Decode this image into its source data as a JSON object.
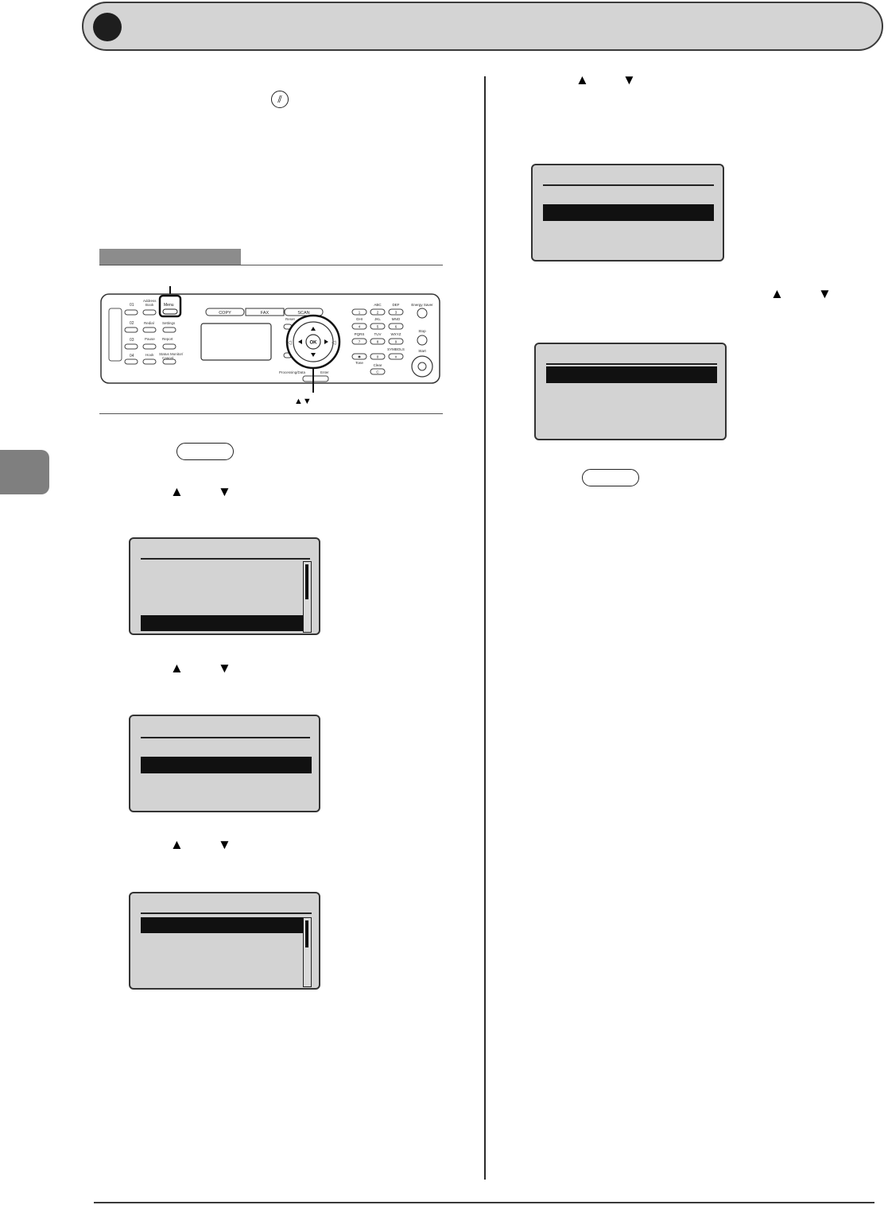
{
  "icons": {
    "reset": "reset-icon",
    "up": "up-arrow-icon",
    "down": "down-arrow-icon",
    "ok": "ok-button-icon"
  },
  "arrows": {
    "up": "▲",
    "down": "▼",
    "updown": "▲▼"
  },
  "reset_glyph": "⫽",
  "panel": {
    "tabs": [
      "COPY",
      "FAX",
      "SCAN"
    ],
    "ok_label": "OK",
    "address_book": "Address\nBook",
    "menu": "Menu",
    "one_touch": [
      "01",
      "02",
      "03",
      "04"
    ],
    "left_keys": [
      "Redial",
      "Pause",
      "Hook"
    ],
    "mid_keys": [
      "Settings",
      "Report",
      "Status Monitor/\nCancel"
    ],
    "keypad": [
      "1",
      "2",
      "3",
      "4",
      "5",
      "6",
      "7",
      "8",
      "9",
      "✱",
      "0",
      "#"
    ],
    "keypad_letters": [
      "ABC",
      "DEF",
      "GHI",
      "JKL",
      "MNO",
      "PQRS",
      "TUV",
      "WXYZ",
      "SYMBOLS"
    ],
    "tone": "Tone",
    "clear": "Clear",
    "clear_key": "C",
    "energy_saver": "Energy Saver",
    "stop": "Stop",
    "start": "Start",
    "reset": "Reset",
    "enter": "Enter",
    "processing": "Processing/Data"
  },
  "colors": {
    "header_fill": "#d4d4d4",
    "lcd_fill": "#d3d3d3",
    "highlight": "#111111",
    "side_tab": "#7f7f7f"
  }
}
